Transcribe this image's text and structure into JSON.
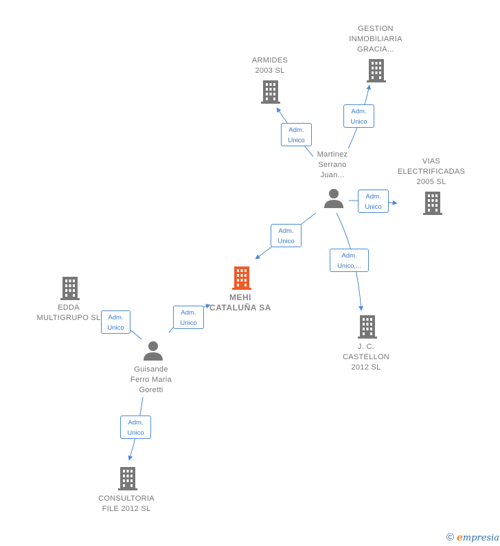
{
  "colors": {
    "edge": "#4a8ad4",
    "company": "#777777",
    "focus": "#f05a28",
    "person": "#777777"
  },
  "nodes": {
    "gestion": {
      "type": "company",
      "lines": [
        "GESTION",
        "INMOBILIARIA",
        "GRACIA..."
      ]
    },
    "armides": {
      "type": "company",
      "lines": [
        "ARMIDES",
        "2003 SL"
      ]
    },
    "martinez": {
      "type": "person",
      "lines": [
        "Martinez",
        "Serrano",
        "Juan..."
      ]
    },
    "vias": {
      "type": "company",
      "lines": [
        "VIAS",
        "ELECTRIFICADAS",
        "2005 SL"
      ]
    },
    "mehi": {
      "type": "focus",
      "lines": [
        "MEHI",
        "CATALUÑA SA"
      ]
    },
    "edda": {
      "type": "company",
      "lines": [
        "EDDA",
        "MULTIGRUPO SL"
      ]
    },
    "jc": {
      "type": "company",
      "lines": [
        "J.  C.",
        "CASTELLON",
        "2012 SL"
      ]
    },
    "guisande": {
      "type": "person",
      "lines": [
        "Guisande",
        "Ferro Maria",
        "Goretti"
      ]
    },
    "consultoria": {
      "type": "company",
      "lines": [
        "CONSULTORIA",
        "FILE 2012  SL"
      ]
    }
  },
  "relations": [
    {
      "id": "r-gestion",
      "lines": [
        "Adm.",
        "Unico"
      ]
    },
    {
      "id": "r-armides",
      "lines": [
        "Adm.",
        "Unico"
      ]
    },
    {
      "id": "r-vias",
      "lines": [
        "Adm.",
        "Unico"
      ]
    },
    {
      "id": "r-mehi-martinez",
      "lines": [
        "Adm.",
        "Unico"
      ]
    },
    {
      "id": "r-jc",
      "lines": [
        "Adm.",
        "Unico,..."
      ]
    },
    {
      "id": "r-edda",
      "lines": [
        "Adm.",
        "Unico"
      ]
    },
    {
      "id": "r-mehi-guisande",
      "lines": [
        "Adm.",
        "Unico"
      ]
    },
    {
      "id": "r-consultoria",
      "lines": [
        "Adm.",
        "Unico"
      ]
    }
  ],
  "footer": {
    "copyright": "©",
    "brand_initial": "e",
    "brand_rest": "mpresia"
  }
}
